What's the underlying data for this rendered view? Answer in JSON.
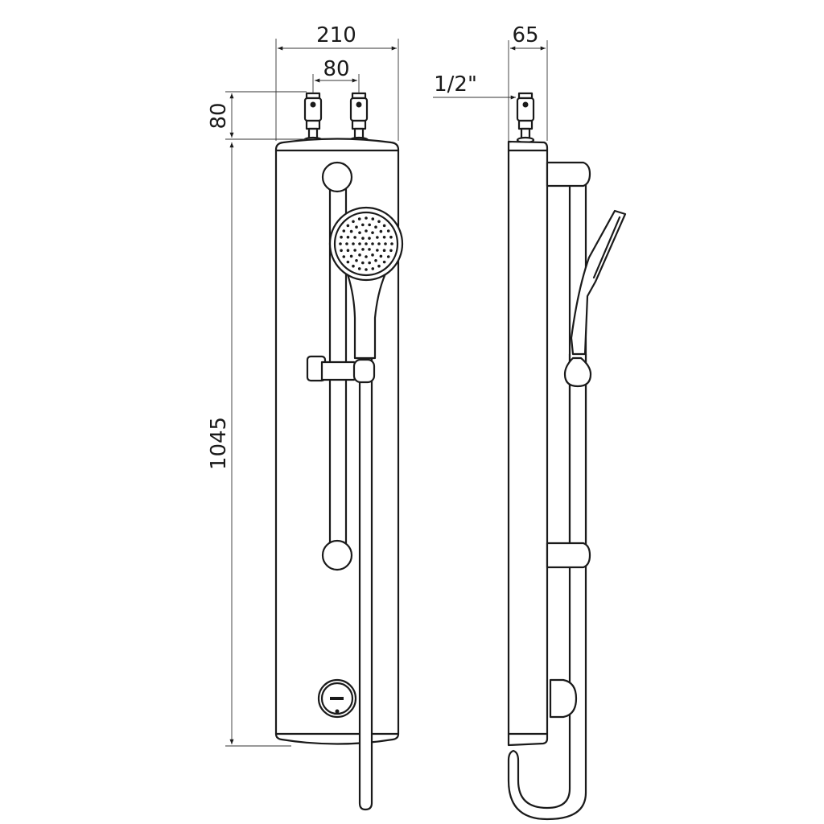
{
  "drawing": {
    "front_view": {
      "width_dim": "210",
      "inlet_spacing_dim": "80",
      "inlet_height_dim": "80",
      "height_dim": "1045"
    },
    "side_view": {
      "depth_dim": "65",
      "thread_dim": "1/2\""
    },
    "colors": {
      "line": "#1a1a1a",
      "background": "#ffffff"
    }
  }
}
